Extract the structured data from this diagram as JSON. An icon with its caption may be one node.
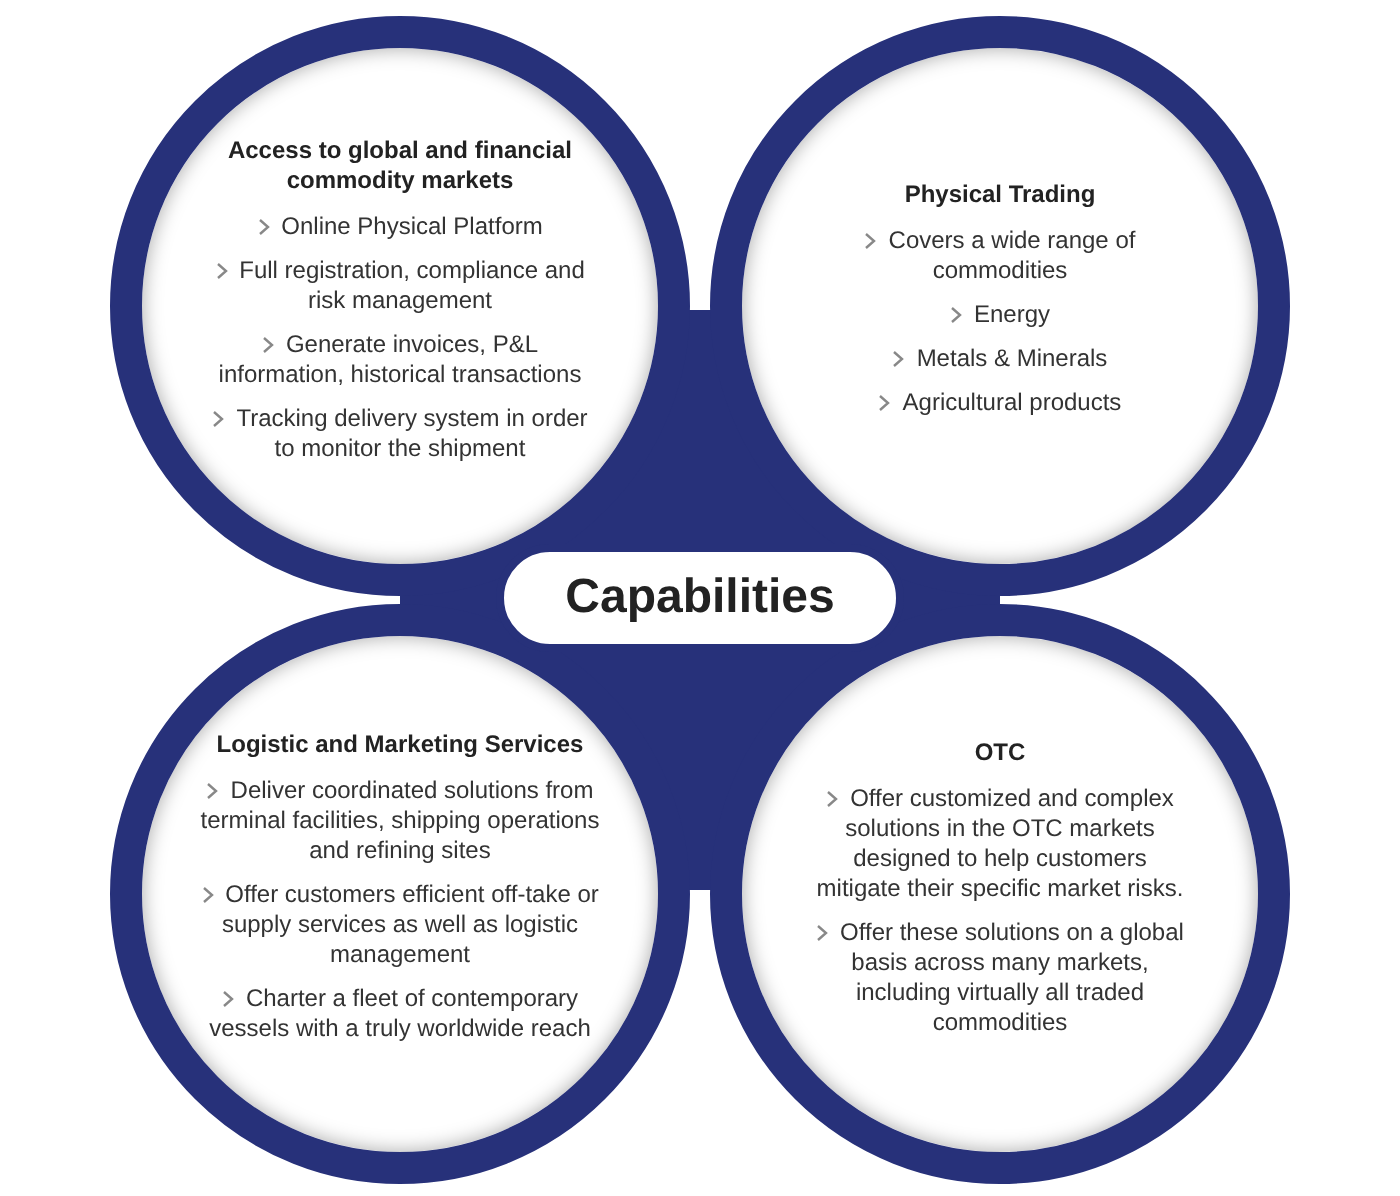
{
  "diagram": {
    "nodes": [
      {
        "text": [
          "Capabilities"
        ]
      },
      {
        "text": [
          "Access to global and financial commodity markets",
          "Online Physical Platform",
          "Full registration, compliance and risk management",
          "Generate invoices, P&L information, historical transactions",
          "Tracking delivery system in order to monitor the shipment"
        ]
      },
      {
        "text": [
          "Physical Trading",
          "Covers a wide range of commodities",
          "Energy",
          "Metals & Minerals",
          "Agricultural products"
        ]
      },
      {
        "text": [
          "Logistic and Marketing Services",
          "Deliver coordinated solutions from terminal facilities, shipping operations and refining sites",
          "Offer customers efficient off-take or supply services as well as logistic management",
          "Charter a fleet of contemporary vessels with a truly worldwide reach"
        ]
      },
      {
        "text": [
          "OTC",
          "Offer customized and complex solutions in the OTC markets designed to help customers mitigate their specific market risks.",
          "Offer these solutions on a global basis across many markets, including virtually all traded commodities"
        ]
      }
    ]
  }
}
